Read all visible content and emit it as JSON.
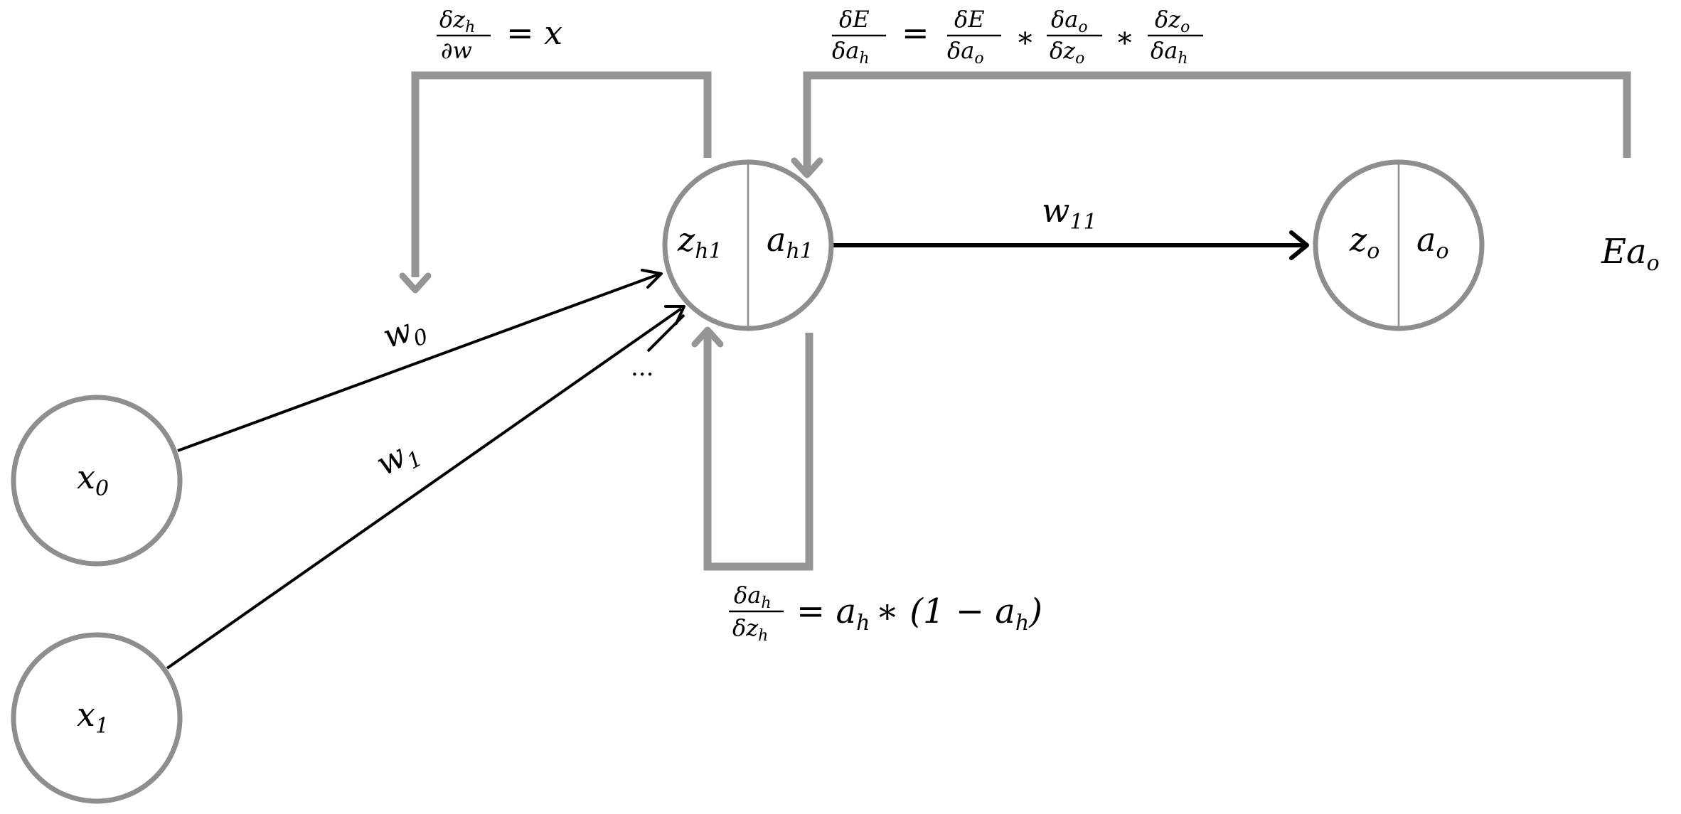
{
  "nodes": {
    "x0": {
      "base": "x",
      "sub": "0"
    },
    "x1": {
      "base": "x",
      "sub": "1"
    },
    "hidden": {
      "left_base": "z",
      "left_sub": "h1",
      "right_base": "a",
      "right_sub": "h1"
    },
    "output": {
      "left_base": "z",
      "left_sub": "o",
      "right_base": "a",
      "right_sub": "o"
    }
  },
  "edges": {
    "w0": {
      "base": "w",
      "sub": "0"
    },
    "w1": {
      "base": "w",
      "sub": "1"
    },
    "w11": {
      "base": "w",
      "sub": "11"
    },
    "ellipsis": "..."
  },
  "error_label": {
    "base": "Ea",
    "sub": "o"
  },
  "equations": {
    "dz_dw": {
      "num": "δz",
      "num_sub": "h",
      "den": "∂w",
      "rhs": "= x"
    },
    "da_dz": {
      "num": "δa",
      "num_sub": "h",
      "den": "δz",
      "den_sub": "h",
      "rhs_a": "= a",
      "rhs_a_sub": "h",
      "rhs_rest": "∗ (1 − a",
      "rhs_b_sub": "h",
      "rhs_close": ")"
    },
    "dE_dah": {
      "f1_num": "δE",
      "f1_den": "δa",
      "f1_den_sub": "h",
      "eq": "=",
      "f2_num": "δE",
      "f2_den": "δa",
      "f2_den_sub": "o",
      "times1": "∗",
      "f3_num": "δa",
      "f3_num_sub": "o",
      "f3_den": "δz",
      "f3_den_sub": "o",
      "times2": "∗",
      "f4_num": "δz",
      "f4_num_sub": "o",
      "f4_den": "δa",
      "f4_den_sub": "h"
    }
  }
}
